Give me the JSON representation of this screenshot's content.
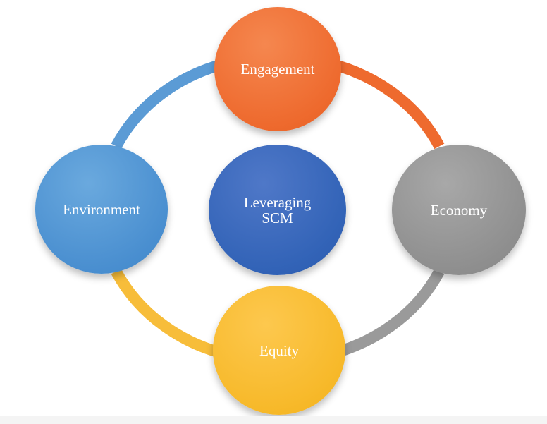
{
  "diagram": {
    "center_label_line1": "Leveraging",
    "center_label_line2": "SCM",
    "nodes": {
      "top": "Engagement",
      "right": "Economy",
      "bottom": "Equity",
      "left": "Environment"
    },
    "colors": {
      "engagement": "#ee6a2e",
      "economy": "#8f8f8f",
      "equity": "#f7b92a",
      "environment": "#4a8fd0",
      "center": "#3263b7"
    }
  }
}
